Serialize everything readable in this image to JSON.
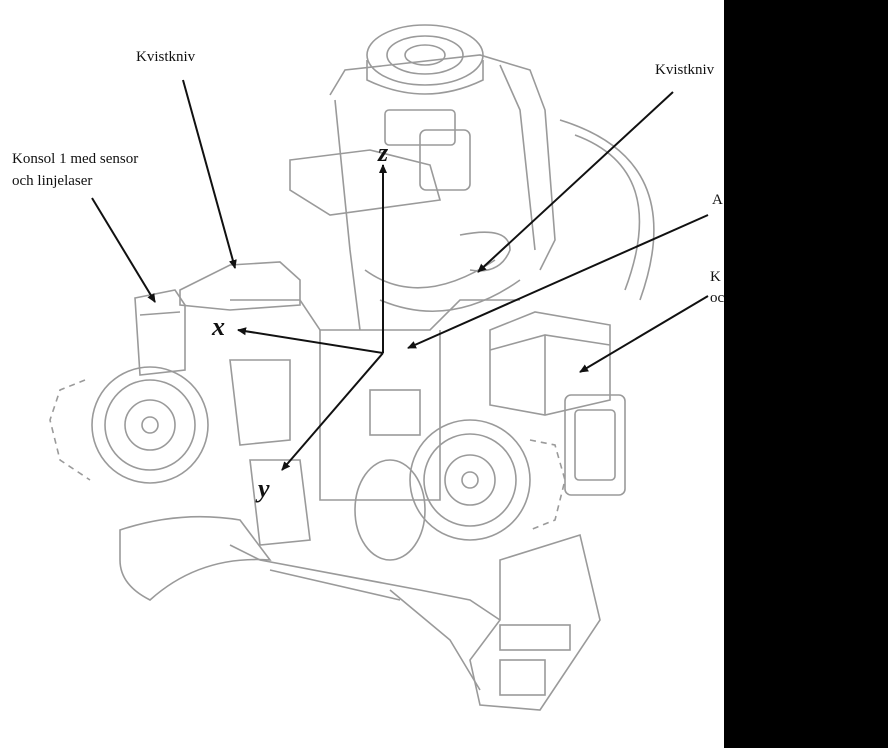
{
  "labels": {
    "kvistkniv_top": "Kvistkniv",
    "konsol1_line1": "Konsol 1 med sensor",
    "konsol1_line2": "och linjelaser",
    "kvistkniv_right": "Kvistkniv",
    "right_a": "A",
    "right_k": "K",
    "right_oc": "oc"
  },
  "axes": {
    "x": "x",
    "y": "y",
    "z": "z"
  },
  "colors": {
    "drawing_line": "#9a9a9a",
    "arrow": "#111111",
    "background": "#ffffff",
    "mask": "#000000"
  }
}
